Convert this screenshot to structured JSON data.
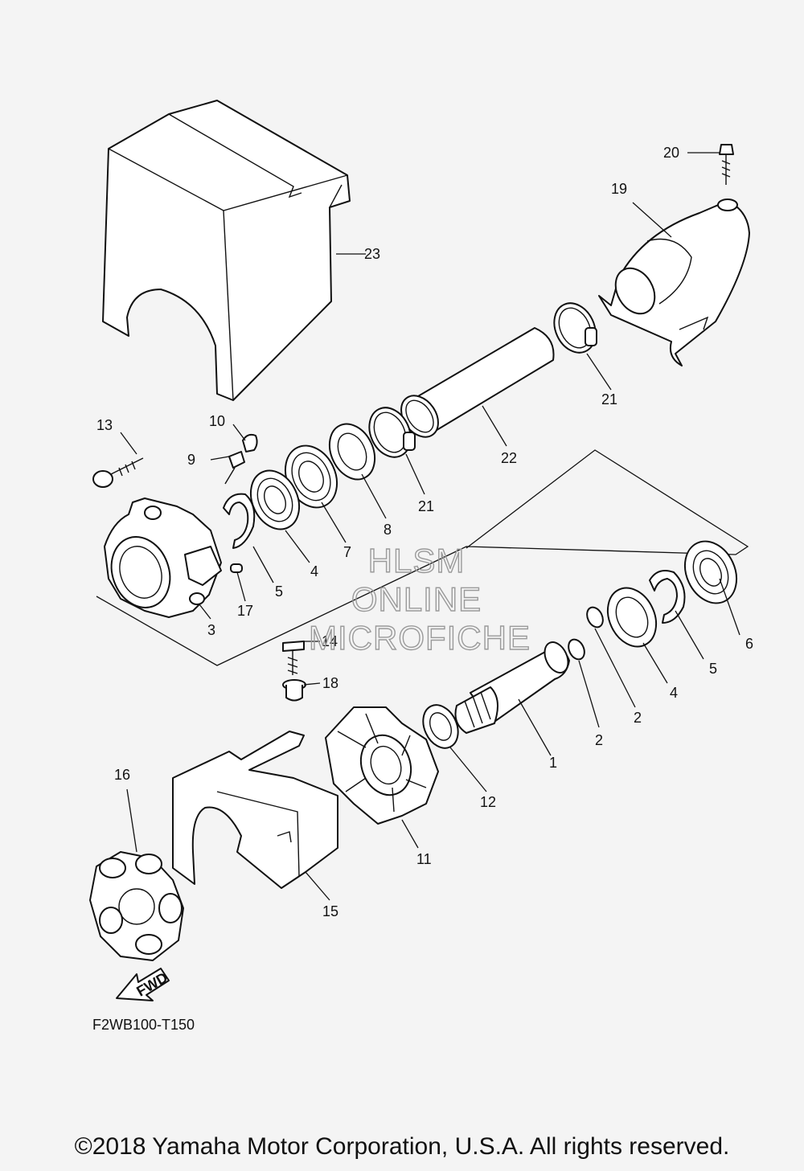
{
  "diagram": {
    "part_labels": [
      "1",
      "2",
      "2",
      "3",
      "4",
      "4",
      "5",
      "5",
      "6",
      "7",
      "8",
      "9",
      "10",
      "11",
      "12",
      "13",
      "14",
      "15",
      "16",
      "17",
      "18",
      "19",
      "20",
      "21",
      "21",
      "22",
      "23"
    ],
    "fwd_label": "FWD",
    "figure_code": "F2WB100-T150"
  },
  "watermark": {
    "line1": "HLSM",
    "line2": "ONLINE",
    "line3": "MICROFICHE"
  },
  "copyright": "©2018 Yamaha Motor Corporation, U.S.A. All rights reserved."
}
